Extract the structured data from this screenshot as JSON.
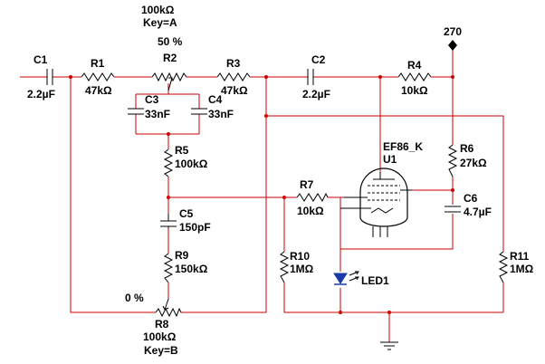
{
  "components": {
    "c1": {
      "name": "C1",
      "value": "2.2µF"
    },
    "r1": {
      "name": "R1",
      "value": "47kΩ"
    },
    "r2": {
      "name": "R2",
      "value": "100kΩ",
      "key": "Key=A",
      "setting": "50 %"
    },
    "r3": {
      "name": "R3",
      "value": "47kΩ"
    },
    "c2": {
      "name": "C2",
      "value": "2.2µF"
    },
    "r4": {
      "name": "R4",
      "value": "10kΩ"
    },
    "c3": {
      "name": "C3",
      "value": "33nF"
    },
    "c4": {
      "name": "C4",
      "value": "33nF"
    },
    "r5": {
      "name": "R5",
      "value": "100kΩ"
    },
    "c5": {
      "name": "C5",
      "value": "150pF"
    },
    "r9": {
      "name": "R9",
      "value": "150kΩ"
    },
    "r8": {
      "name": "R8",
      "value": "100kΩ",
      "key": "Key=B",
      "setting": "0 %"
    },
    "r7": {
      "name": "R7",
      "value": "10kΩ"
    },
    "r10": {
      "name": "R10",
      "value": "1MΩ"
    },
    "r6": {
      "name": "R6",
      "value": "27kΩ"
    },
    "c6": {
      "name": "C6",
      "value": "4.7µF"
    },
    "r11": {
      "name": "R11",
      "value": "1MΩ"
    },
    "led1": {
      "name": "LED1"
    },
    "u1": {
      "name": "U1",
      "type": "EF86_K"
    }
  },
  "supply": {
    "label": "270"
  }
}
